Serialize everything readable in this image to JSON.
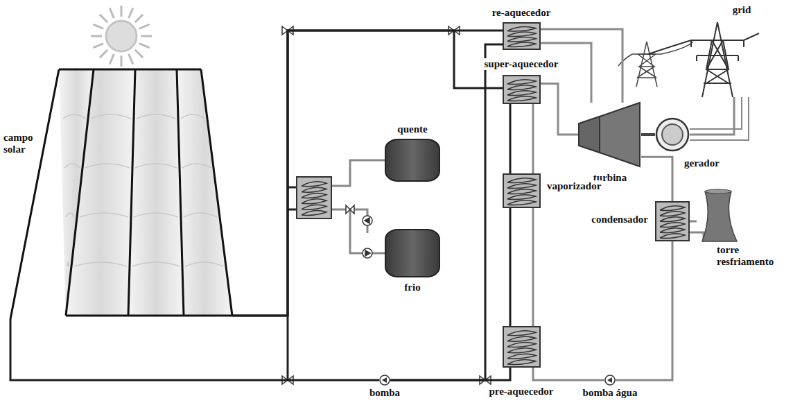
{
  "diagram": {
    "nodes": [
      {
        "text": [
          "campo solar"
        ]
      },
      {
        "text": [
          "grid"
        ]
      },
      {
        "text": [
          "re-aquecedor"
        ]
      },
      {
        "text": [
          "super-aquecedor"
        ]
      },
      {
        "text": [
          "quente"
        ]
      },
      {
        "text": [
          "turbina"
        ]
      },
      {
        "text": [
          "gerador"
        ]
      },
      {
        "text": [
          "vaporizador"
        ]
      },
      {
        "text": [
          "frio"
        ]
      },
      {
        "text": [
          "condensador"
        ]
      },
      {
        "text": [
          "torre resfriamento"
        ]
      },
      {
        "text": [
          "bomba"
        ]
      },
      {
        "text": [
          "pre-aquecedor"
        ]
      },
      {
        "text": [
          "bomba água"
        ]
      }
    ],
    "edges": [
      {
        "from": 0,
        "to": 2,
        "arrow": "none"
      },
      {
        "from": 0,
        "to": 3,
        "arrow": "none"
      },
      {
        "from": 3,
        "to": 7,
        "arrow": "none"
      },
      {
        "from": 7,
        "to": 12,
        "arrow": "none"
      },
      {
        "from": 12,
        "to": 11,
        "arrow": "none"
      },
      {
        "from": 11,
        "to": 0,
        "arrow": "none"
      },
      {
        "from": 2,
        "to": 11,
        "arrow": "none"
      },
      {
        "from": 13,
        "to": 12,
        "arrow": "none"
      },
      {
        "from": 12,
        "to": 7,
        "arrow": "none"
      },
      {
        "from": 7,
        "to": 3,
        "arrow": "none"
      },
      {
        "from": 3,
        "to": 5,
        "arrow": "none"
      },
      {
        "from": 5,
        "to": 2,
        "arrow": "none"
      },
      {
        "from": 2,
        "to": 5,
        "arrow": "none"
      },
      {
        "from": 5,
        "to": 9,
        "arrow": "none"
      },
      {
        "from": 9,
        "to": 13,
        "arrow": "none"
      },
      {
        "from": 9,
        "to": 10,
        "arrow": "none"
      },
      {
        "from": 5,
        "to": 6,
        "arrow": "none"
      },
      {
        "from": 6,
        "to": 1,
        "arrow": "none"
      }
    ]
  }
}
